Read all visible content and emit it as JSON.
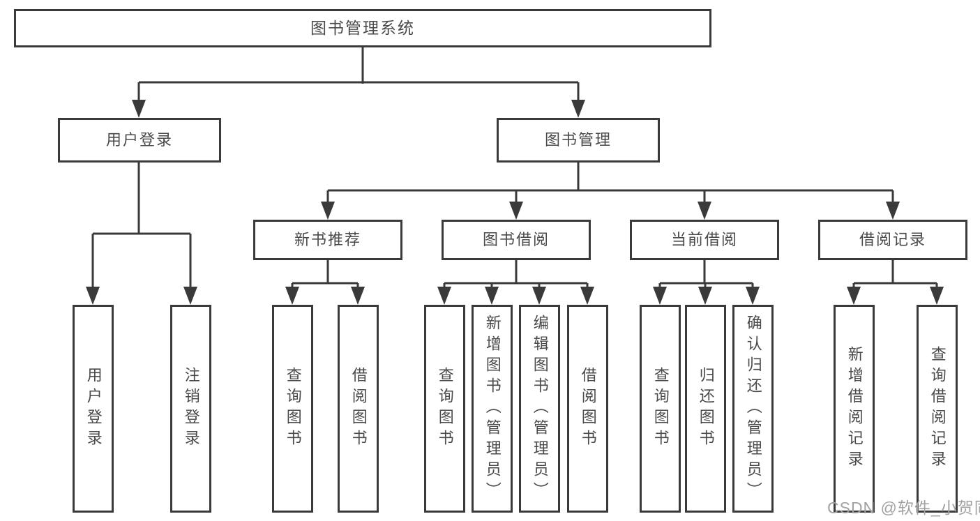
{
  "diagram": {
    "type": "hierarchy-tree",
    "title": "图书管理系统"
  },
  "nodes": {
    "root": {
      "label": "图书管理系统"
    },
    "user_login": {
      "label": "用户登录"
    },
    "book_mgmt": {
      "label": "图书管理"
    },
    "login": {
      "label": "用户登录"
    },
    "logout": {
      "label": "注销登录"
    },
    "new_book": {
      "label": "新书推荐"
    },
    "book_borrow": {
      "label": "图书借阅"
    },
    "current_borrow": {
      "label": "当前借阅"
    },
    "borrow_record": {
      "label": "借阅记录"
    },
    "nb_query": {
      "label": "查询图书"
    },
    "nb_borrow": {
      "label": "借阅图书"
    },
    "bb_query": {
      "label": "查询图书"
    },
    "bb_add": {
      "label": "新增图书（管理员）"
    },
    "bb_edit": {
      "label": "编辑图书（管理员）"
    },
    "bb_borrow": {
      "label": "借阅图书"
    },
    "cb_query": {
      "label": "查询图书"
    },
    "cb_return": {
      "label": "归还图书"
    },
    "cb_confirm": {
      "label": "确认归还（管理员）"
    },
    "br_add": {
      "label": "新增借阅记录"
    },
    "br_query": {
      "label": "查询借阅记录"
    }
  },
  "watermark": {
    "text": "CSDN @软件_小贺同学"
  },
  "colors": {
    "line": "#3a3a3a",
    "text": "#4a4a4a",
    "watermark": "#a2a2a2",
    "background": "#ffffff"
  }
}
